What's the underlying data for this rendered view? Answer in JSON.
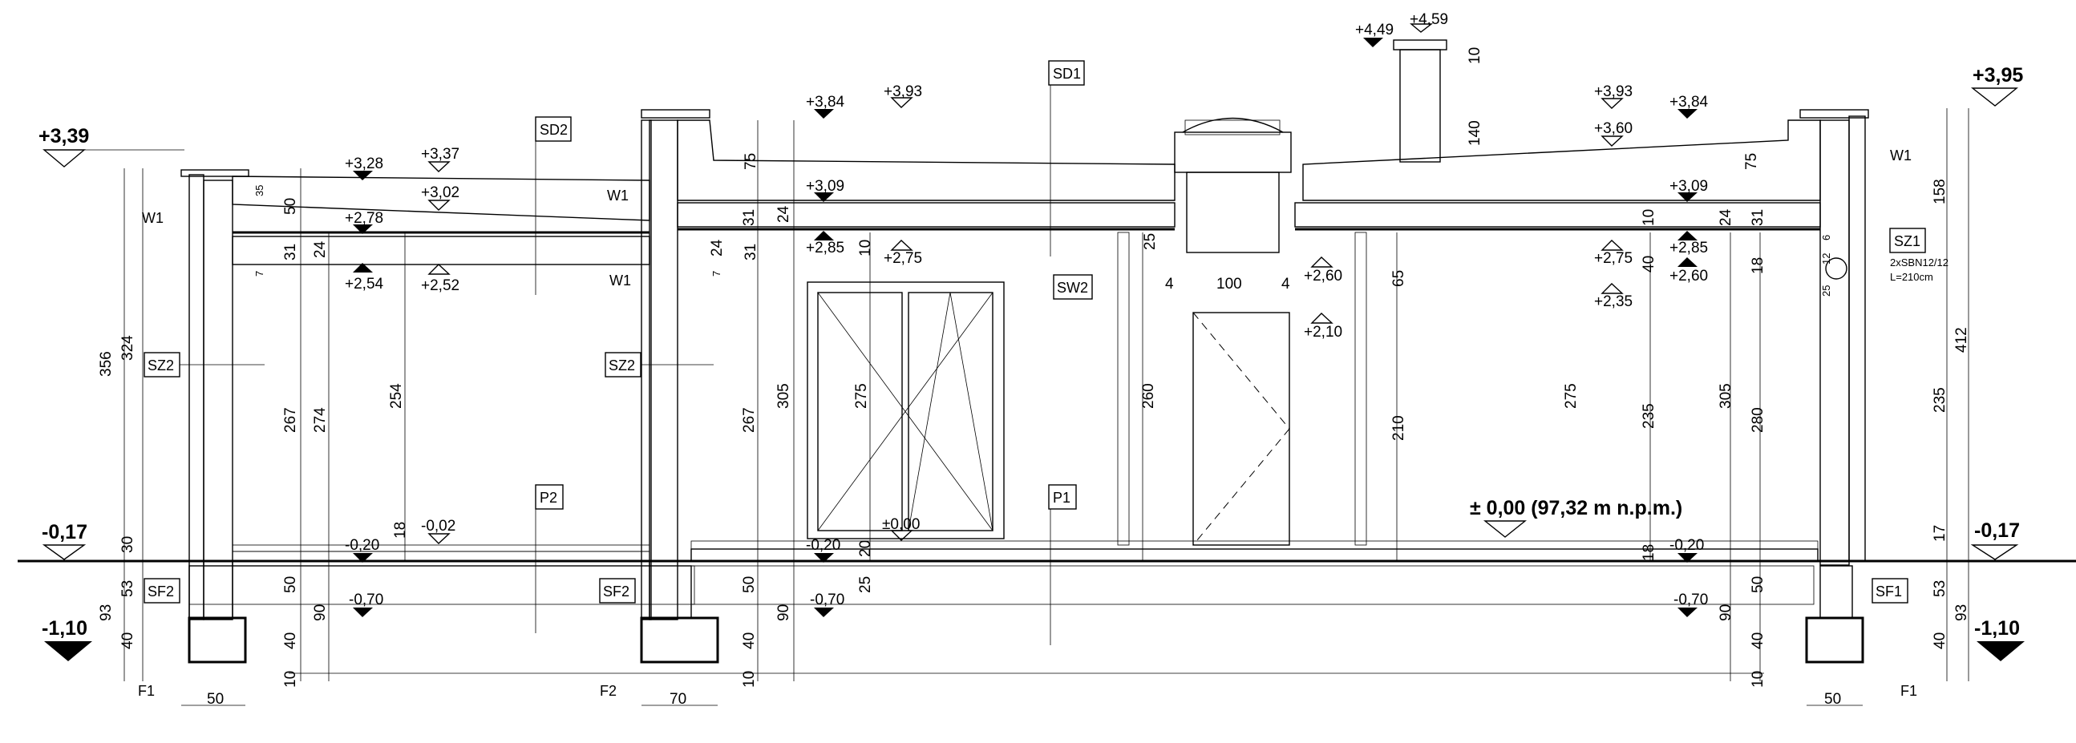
{
  "elevations": {
    "left_top": "+3,39",
    "left_ground": "-0,17",
    "left_found": "-1,10",
    "right_top": "+3,95",
    "right_ground": "-0,17",
    "right_found": "-1,10",
    "zero": "± 0,00 (97,32 m n.p.m.)"
  },
  "levels": {
    "l1": "+3,28",
    "l2": "+3,37",
    "l3": "+3,02",
    "l4": "+2,78",
    "l5": "+2,54",
    "l6": "+2,52",
    "l7": "+3,84",
    "l8": "+3,93",
    "l9": "+3,09",
    "l10": "+2,85",
    "l11": "+2,75",
    "l12": "+4,49",
    "l13": "+4,59",
    "l14": "+2,60",
    "l15": "+2,10",
    "l16": "+3,93",
    "l17": "+3,84",
    "l18": "+3,60",
    "l19": "+3,09",
    "l20": "+2,85",
    "l21": "+2,75",
    "l22": "+2,60",
    "l23": "+2,35",
    "l24": "-0,20",
    "l25": "-0,02",
    "l26": "-0,70",
    "l27": "-0,20",
    "l28": "±0,00",
    "l29": "-0,70",
    "l30": "-0,20",
    "l31": "-0,70"
  },
  "tags": {
    "sd1": "SD1",
    "sd2": "SD2",
    "sz2a": "SZ2",
    "sz2b": "SZ2",
    "sw2": "SW2",
    "sz1": "SZ1",
    "p1": "P1",
    "p2": "P2",
    "sf2a": "SF2",
    "sf2b": "SF2",
    "sf1": "SF1",
    "w1a": "W1",
    "w1b": "W1",
    "w1c": "W1",
    "w1d": "W1",
    "f1a": "F1",
    "f2": "F2",
    "f1b": "F1"
  },
  "notes": {
    "lintel": "2xSBN12/12",
    "length": "L=210cm"
  },
  "dims": {
    "d356": "356",
    "d324": "324",
    "d30": "30",
    "d53a": "53",
    "d93a": "93",
    "d40a": "40",
    "d267a": "267",
    "d274": "274",
    "d254": "254",
    "d50a": "50",
    "d90a": "90",
    "d40b": "40",
    "d10a": "10",
    "d267b": "267",
    "d305a": "305",
    "d275a": "275",
    "d50b": "50",
    "d90b": "90",
    "d40c": "40",
    "d10b": "10",
    "d260": "260",
    "d210a": "210",
    "d100": "100",
    "d4a": "4",
    "d4b": "4",
    "d140": "140",
    "d10c": "10",
    "d65": "65",
    "d275b": "275",
    "d235a": "235",
    "d305b": "305",
    "d280": "280",
    "d90c": "90",
    "d50c": "50",
    "d40d": "40",
    "d10d": "10",
    "d158": "158",
    "d412": "412",
    "d235b": "235",
    "d17": "17",
    "d53b": "53",
    "d93b": "93",
    "d40e": "40",
    "d50w1": "50",
    "d70": "70",
    "d50w2": "50",
    "d75a": "75",
    "d75b": "75",
    "d31a": "31",
    "d24a": "24",
    "d31b": "31",
    "d24b": "24",
    "d31c": "31",
    "d24c": "24",
    "d31d": "31",
    "d24d": "24",
    "d35": "35",
    "d50d": "50",
    "d7a": "7",
    "d7b": "7",
    "d18a": "18",
    "d18b": "18",
    "d12": "12",
    "d6": "6",
    "d25a": "25",
    "d40f": "40",
    "d10e": "10",
    "d25b": "25",
    "d20a": "20",
    "d10f": "10",
    "d25c": "25",
    "d18c": "18"
  }
}
